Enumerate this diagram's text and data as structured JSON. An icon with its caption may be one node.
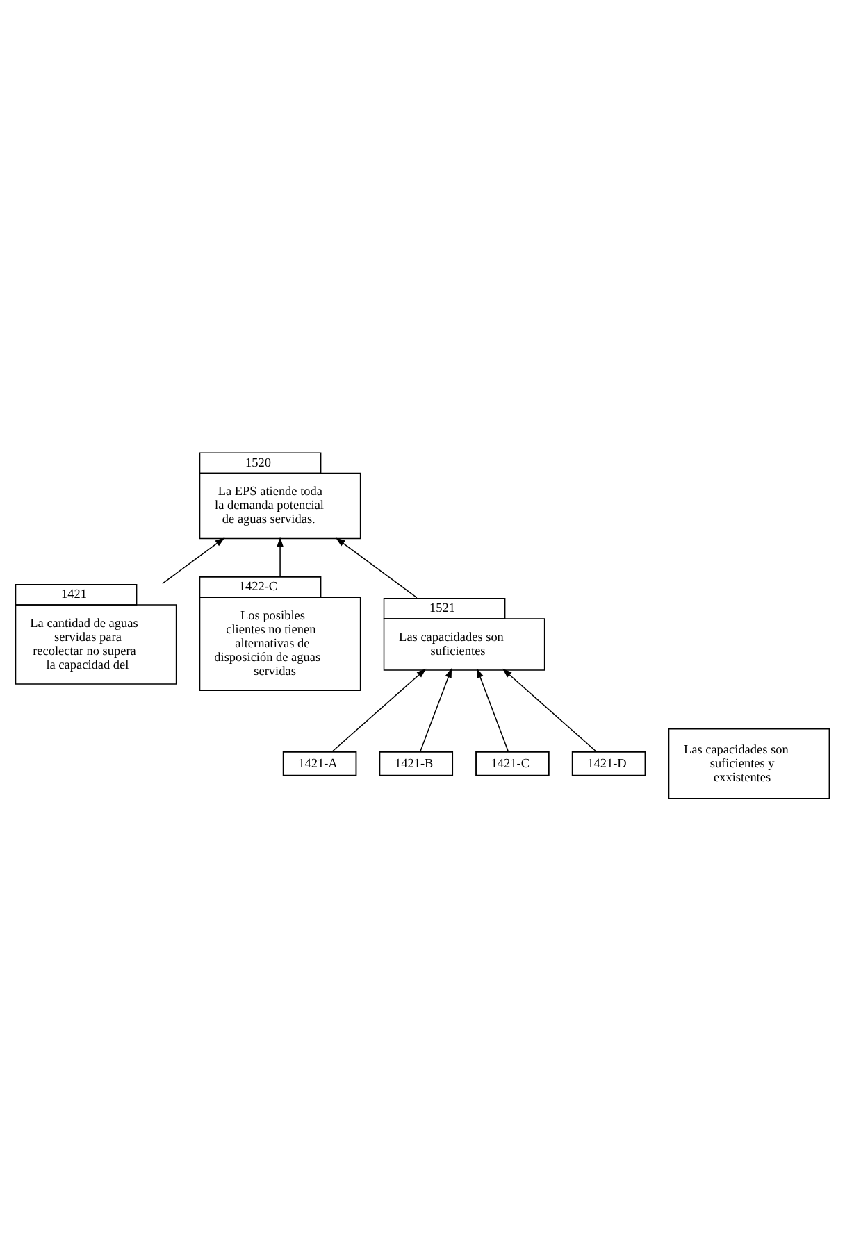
{
  "diagram": {
    "nodes": [
      {
        "text": [
          "1520",
          "La EPS atiende toda la demanda potencial de aguas servidas."
        ]
      },
      {
        "text": [
          "1421",
          "La cantidad de aguas servidas para recolectar no supera la capacidad del"
        ]
      },
      {
        "text": [
          "1422-C",
          "Los posibles clientes no tienen alternativas de disposición de aguas servidas"
        ]
      },
      {
        "text": [
          "1521",
          "Las capacidades son suficientes"
        ]
      },
      {
        "text": [
          "1421-A"
        ]
      },
      {
        "text": [
          "1421-B"
        ]
      },
      {
        "text": [
          "1421-C"
        ]
      },
      {
        "text": [
          "1421-D"
        ]
      },
      {
        "text": [
          "Las capacidades son suficientes y exxistentes"
        ]
      }
    ],
    "edges": [
      {
        "from": 1,
        "to": 0,
        "arrow": "to"
      },
      {
        "from": 3,
        "to": 0,
        "arrow": "to"
      },
      {
        "from": 2,
        "to": 0,
        "arrow": "to"
      },
      {
        "from": 4,
        "to": 3,
        "arrow": "to"
      },
      {
        "from": 5,
        "to": 3,
        "arrow": "to"
      },
      {
        "from": 6,
        "to": 3,
        "arrow": "to"
      },
      {
        "from": 7,
        "to": 3,
        "arrow": "to"
      }
    ]
  }
}
